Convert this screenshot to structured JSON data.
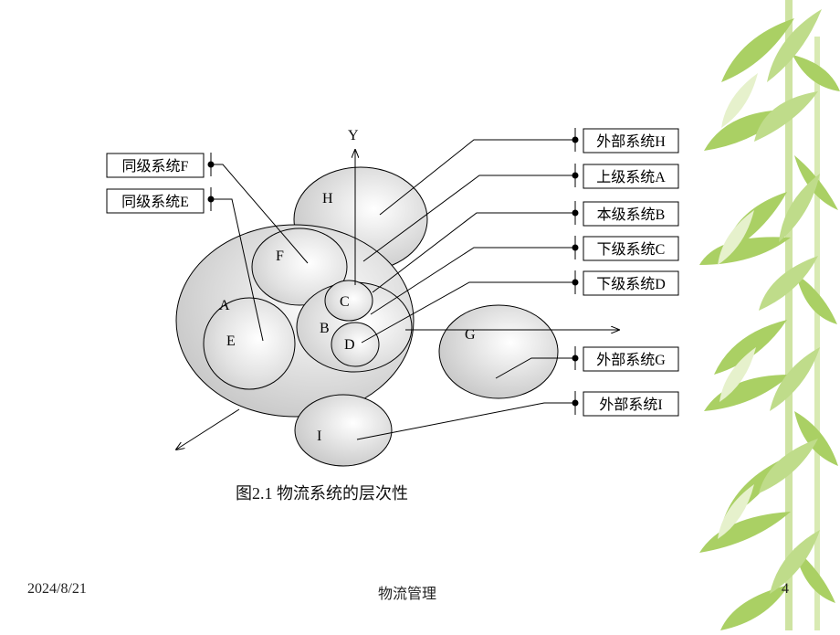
{
  "diagram": {
    "axis_y_label": "Y",
    "circle_letters": {
      "H": "H",
      "F": "F",
      "A": "A",
      "E": "E",
      "C": "C",
      "B": "B",
      "D": "D",
      "G": "G",
      "I": "I"
    },
    "callouts": {
      "peer_f": "同级系统F",
      "peer_e": "同级系统E",
      "external_h": "外部系统H",
      "upper_a": "上级系统A",
      "self_b": "本级系统B",
      "lower_c": "下级系统C",
      "lower_d": "下级系统D",
      "external_g": "外部系统G",
      "external_i": "外部系统I"
    },
    "caption": "图2.1 物流系统的层次性"
  },
  "footer": {
    "date": "2024/8/21",
    "title": "物流管理",
    "page_number": "4"
  },
  "colors": {
    "leaf_green": "#9cc84a",
    "ellipse_fill": "#d9d9d9"
  }
}
